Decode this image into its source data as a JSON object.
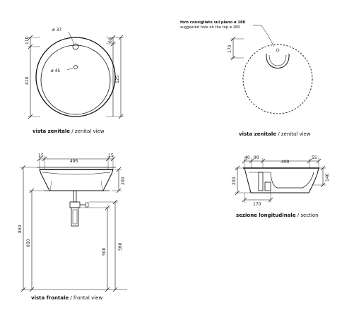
{
  "views": {
    "top_left": {
      "caption_bold": "vista zenitale",
      "caption_sep": " / ",
      "caption_light": "zenital view",
      "dims": {
        "hole_top": "ø 37",
        "hole_drain": "ø 45",
        "left_top": "110",
        "left_bottom": "410",
        "right_top": "60",
        "right_total": "525"
      }
    },
    "top_right": {
      "caption_bold": "vista zenitale",
      "caption_sep": " / ",
      "caption_light": "zenital view",
      "note_it": "foro consigliato sul piano ø 180",
      "note_en": "suggested hole on the top ø 180",
      "dims": {
        "left": "170"
      }
    },
    "front": {
      "caption_bold": "vista frontale",
      "caption_sep": " / ",
      "caption_light": "frontal view",
      "dims": {
        "top_left": "15",
        "top_mid": "495",
        "top_right": "15",
        "right_height": "200",
        "total_height": "850",
        "inner_height": "650",
        "drain_height": "500",
        "side_height": "560"
      }
    },
    "section": {
      "caption_bold": "sezione longitudinale",
      "caption_sep": " / ",
      "caption_light": "section",
      "dims": {
        "top_a": "40",
        "top_b": "90",
        "top_mid": "400",
        "top_right": "55",
        "left_height": "200",
        "right_height": "140",
        "bottom": "170"
      }
    }
  }
}
